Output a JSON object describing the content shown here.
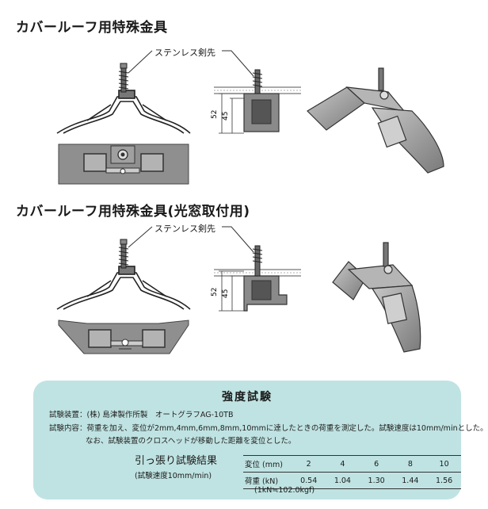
{
  "section1": {
    "title": "カバールーフ用特殊金具",
    "callout": "ステンレス剣先",
    "dim_52": "52",
    "dim_45": "45"
  },
  "section2": {
    "title": "カバールーフ用特殊金具(光窓取付用)",
    "callout": "ステンレス剣先",
    "dim_52": "52",
    "dim_45": "45"
  },
  "strength": {
    "title": "強度試験",
    "equipment": "試験装置：(株) 島津製作所製　オートグラフAG-10TB",
    "content_1": "試験内容：荷重を加え、変位が2mm,4mm,6mm,8mm,10mmに達したときの荷重を測定した。試験速度は10mm/minとした。",
    "content_2": "なお、試験装置のクロスヘッドが移動した距離を変位とした。",
    "result_title": "引っ張り試験結果",
    "result_sub": "(試験速度10mm/min)",
    "table": {
      "row1_label": "変位 (mm)",
      "row1_values": [
        "2",
        "4",
        "6",
        "8",
        "10"
      ],
      "row2_label": "荷重 (kN)",
      "row2_values": [
        "0.54",
        "1.04",
        "1.30",
        "1.44",
        "1.56"
      ]
    },
    "conversion": "(1kN≒102.0kgf)"
  },
  "colors": {
    "panel": "#bfe3e2",
    "metal_fill": "#8a8a8a",
    "metal_dark": "#4a4a4a"
  }
}
